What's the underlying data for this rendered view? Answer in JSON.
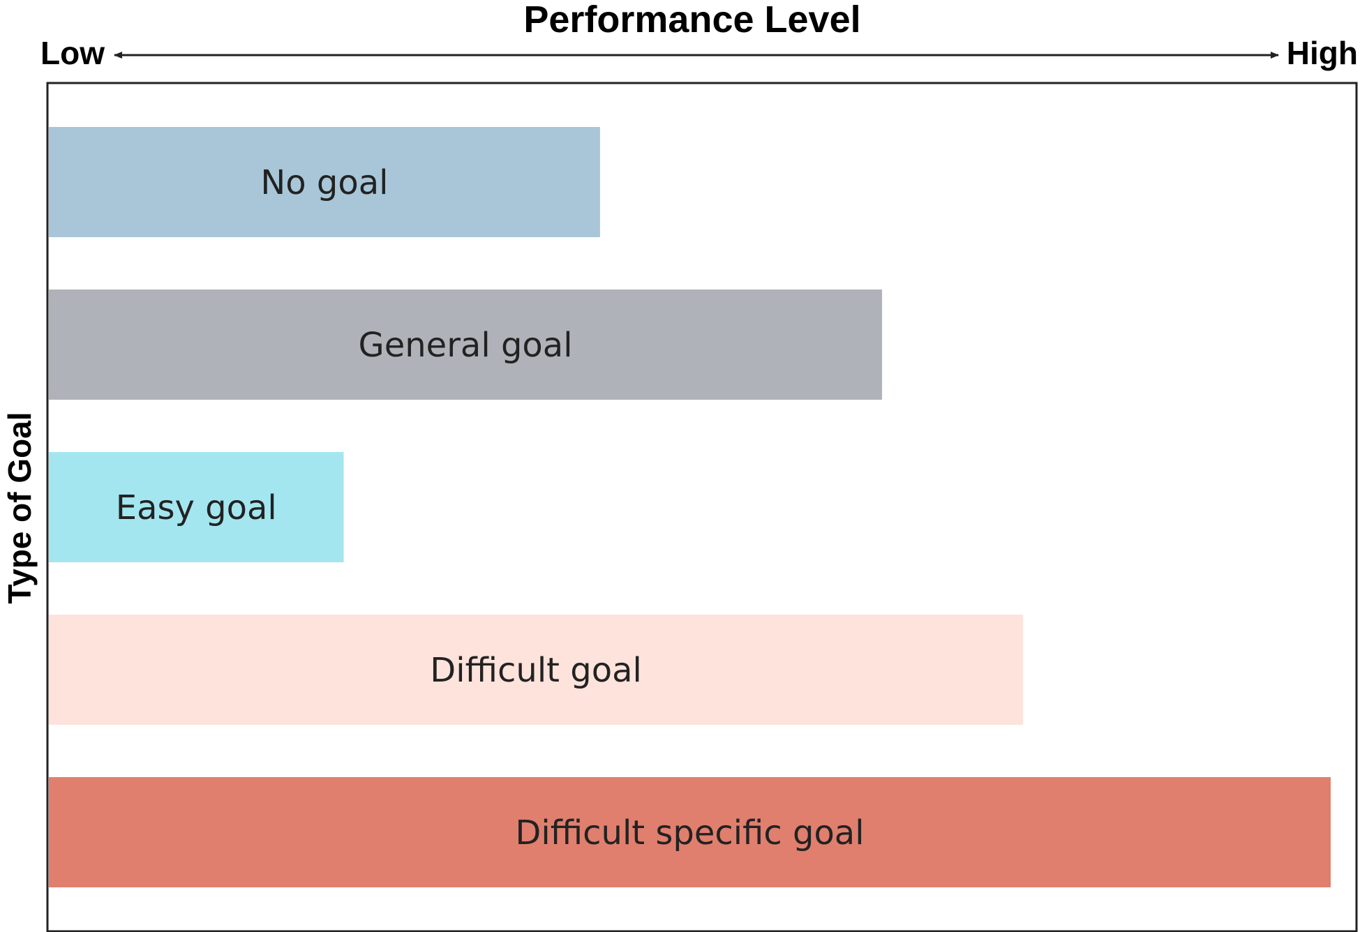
{
  "chart_data": {
    "type": "bar",
    "orientation": "horizontal",
    "title": "Performance Level",
    "xlabel": "Performance Level",
    "ylabel": "Type of Goal",
    "x_axis_ends": {
      "low": "Low",
      "high": "High"
    },
    "xlim": [
      0,
      100
    ],
    "grid": false,
    "legend": "none",
    "categories": [
      "No goal",
      "General goal",
      "Easy goal",
      "Difficult goal",
      "Difficult specific goal"
    ],
    "values": [
      43,
      65,
      23,
      76,
      100
    ],
    "colors": [
      "#a8c6d8",
      "#afb3b9",
      "#a3e6ef",
      "#fde3dc",
      "#e07f6e"
    ]
  }
}
